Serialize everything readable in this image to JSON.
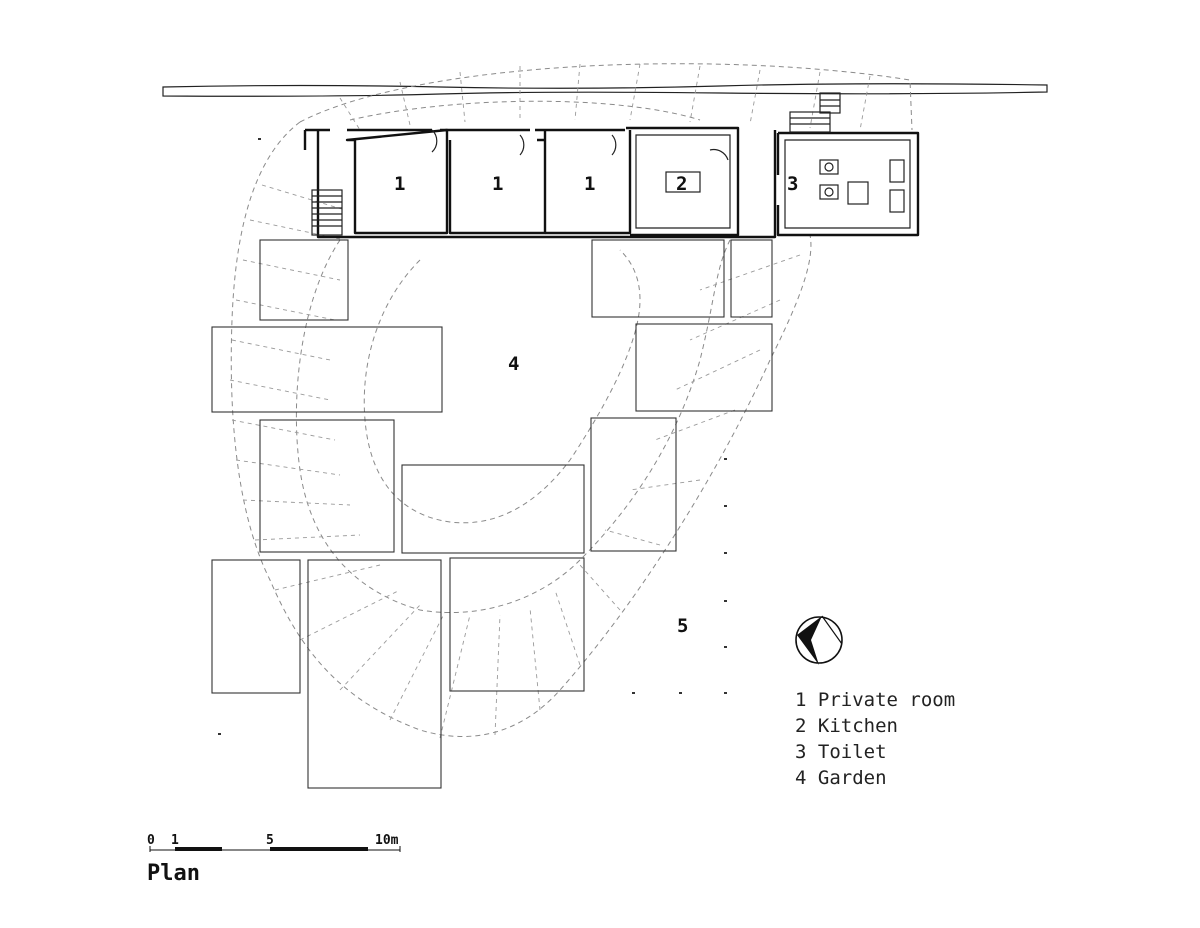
{
  "rooms": {
    "room_1a": "1",
    "room_1b": "1",
    "room_1c": "1",
    "room_2": "2",
    "room_3": "3",
    "room_4": "4",
    "room_5": "5"
  },
  "legend": {
    "item_1": "1 Private room",
    "item_2": "2 Kitchen",
    "item_3": "3 Toilet",
    "item_4": "4 Garden"
  },
  "scale_bar": {
    "label_0": "0",
    "label_1": "1",
    "label_5": "5",
    "label_10": "10m"
  },
  "title": "Plan",
  "north_arrow": {
    "icon": "north-arrow-icon"
  }
}
